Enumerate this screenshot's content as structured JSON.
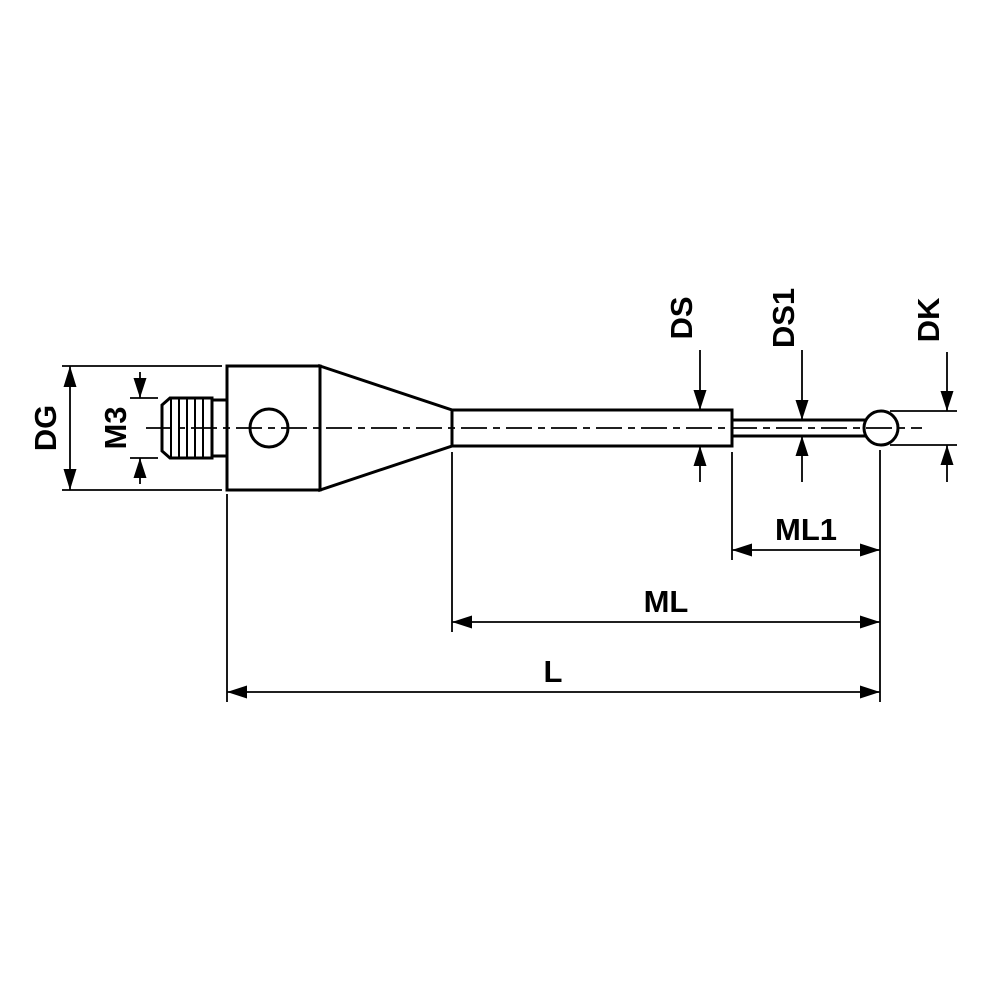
{
  "drawing": {
    "kind": "stylus-technical-drawing",
    "colors": {
      "line": "#000000",
      "background": "#ffffff"
    },
    "labels": {
      "dg": "DG",
      "m3": "M3",
      "ds": "DS",
      "ds1": "DS1",
      "dk": "DK",
      "ml1": "ML1",
      "ml": "ML",
      "l": "L"
    }
  }
}
